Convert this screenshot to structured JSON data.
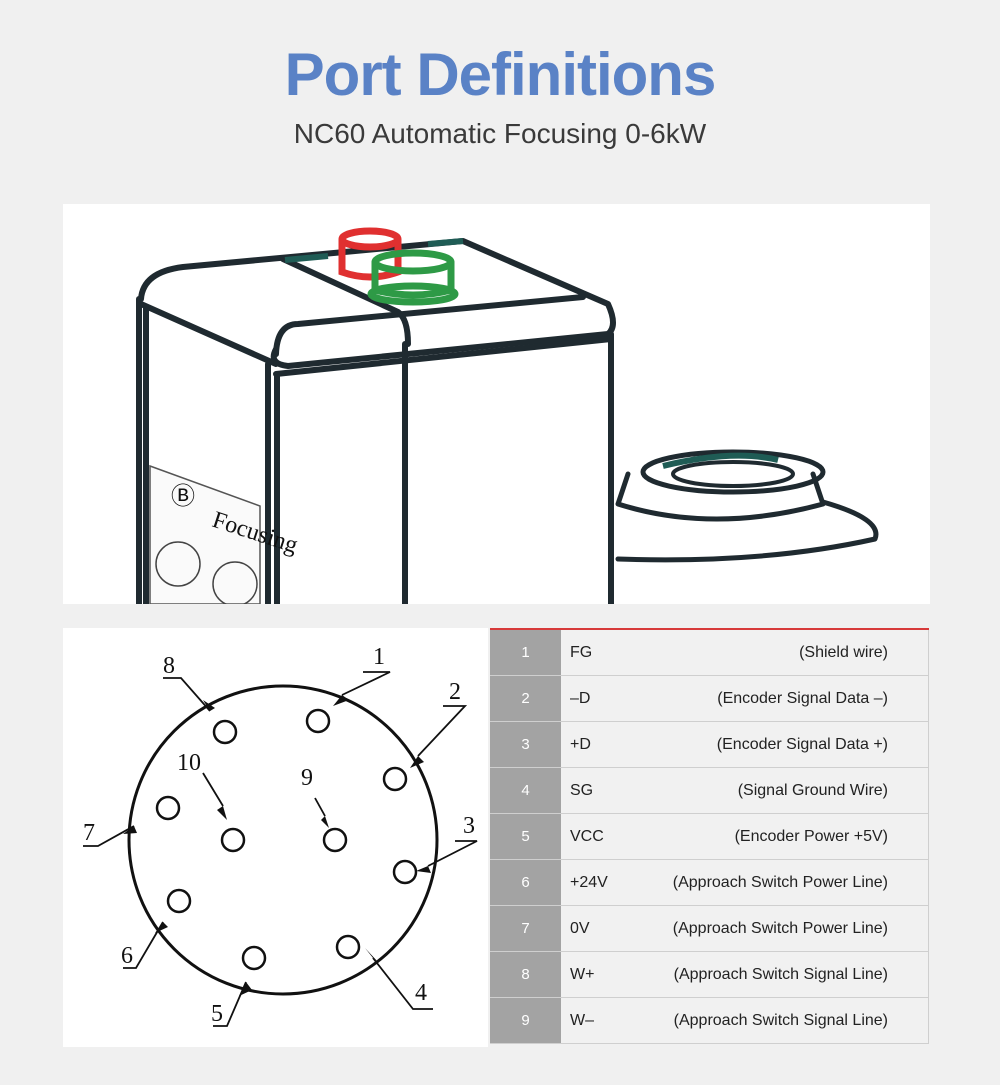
{
  "header": {
    "title": "Port Definitions",
    "subtitle": "NC60 Automatic Focusing 0-6kW"
  },
  "colors": {
    "title": "#5a82c6",
    "table_accent": "#d73a3a",
    "number_column": "#a3a3a3",
    "device_outline": "#1f2a30",
    "connector_red": "#e03030",
    "connector_green": "#2e9a46",
    "accent_teal": "#1f5c55"
  },
  "device_label": {
    "brand_glyph": "Ⓑ",
    "label_text": "Focusing"
  },
  "pin_diagram": {
    "labels": [
      "1",
      "2",
      "3",
      "4",
      "5",
      "6",
      "7",
      "8",
      "9",
      "10"
    ]
  },
  "pin_table": [
    {
      "num": "1",
      "signal": "FG",
      "desc": "(Shield wire)"
    },
    {
      "num": "2",
      "signal": "–D",
      "desc": "(Encoder Signal Data –)"
    },
    {
      "num": "3",
      "signal": "+D",
      "desc": "(Encoder Signal Data +)"
    },
    {
      "num": "4",
      "signal": "SG",
      "desc": "(Signal Ground Wire)"
    },
    {
      "num": "5",
      "signal": "VCC",
      "desc": "(Encoder Power +5V)"
    },
    {
      "num": "6",
      "signal": "+24V",
      "desc": "(Approach Switch Power Line)"
    },
    {
      "num": "7",
      "signal": "0V",
      "desc": "(Approach Switch Power Line)"
    },
    {
      "num": "8",
      "signal": "W+",
      "desc": "(Approach Switch Signal Line)"
    },
    {
      "num": "9",
      "signal": "W–",
      "desc": "(Approach Switch Signal Line)"
    }
  ]
}
